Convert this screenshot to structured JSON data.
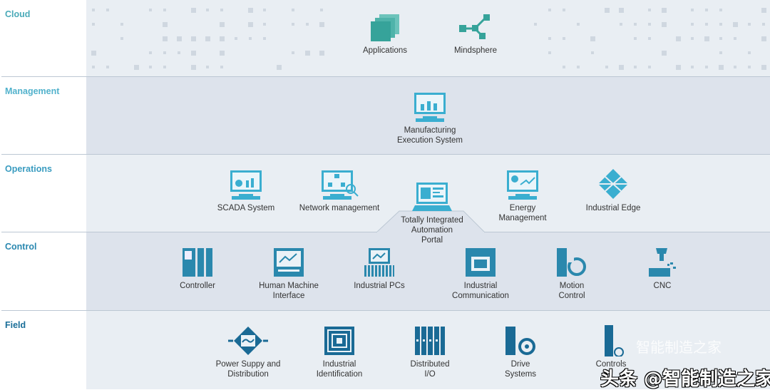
{
  "layers": {
    "cloud": {
      "label": "Cloud",
      "color": "#4aaab8",
      "items": [
        "Applications",
        "Mindsphere"
      ]
    },
    "management": {
      "label": "Management",
      "color": "#52b2cc",
      "items": [
        [
          "Manufacturing",
          "Execution System"
        ]
      ]
    },
    "operations": {
      "label": "Operations",
      "color": "#3a9cc0",
      "items": [
        "SCADA System",
        "Network management",
        [
          "Totally Integrated",
          "Automation",
          "Portal"
        ],
        [
          "Energy",
          "Management"
        ],
        "Industrial Edge"
      ]
    },
    "control": {
      "label": "Control",
      "color": "#2a88b0",
      "items": [
        "Controller",
        [
          "Human Machine",
          "Interface"
        ],
        "Industrial PCs",
        [
          "Industrial",
          "Communication"
        ],
        [
          "Motion",
          "Control"
        ],
        "CNC"
      ]
    },
    "field": {
      "label": "Field",
      "color": "#1a6e98",
      "items": [
        [
          "Power Suppy and",
          "Distribution"
        ],
        [
          "Industrial",
          "Identification"
        ],
        [
          "Distributed",
          "I/O"
        ],
        [
          "Drive",
          "Systems"
        ],
        "Controls"
      ]
    }
  },
  "watermark": {
    "main": "头条 @智能制造之家",
    "faint": "智能制造之家"
  }
}
